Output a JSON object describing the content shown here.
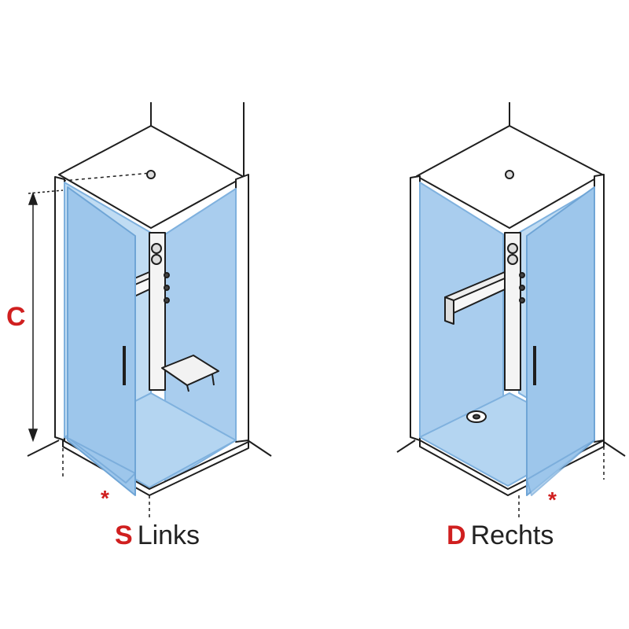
{
  "dimension_label": "C",
  "hinge_marker": "*",
  "variants": [
    {
      "code": "S",
      "label": "Links"
    },
    {
      "code": "D",
      "label": "Rechts"
    }
  ],
  "colors": {
    "glass": "#a9cdee",
    "glass_edge": "#7fb1de",
    "frame": "#1e1e1e",
    "accent": "#d01f1f"
  }
}
